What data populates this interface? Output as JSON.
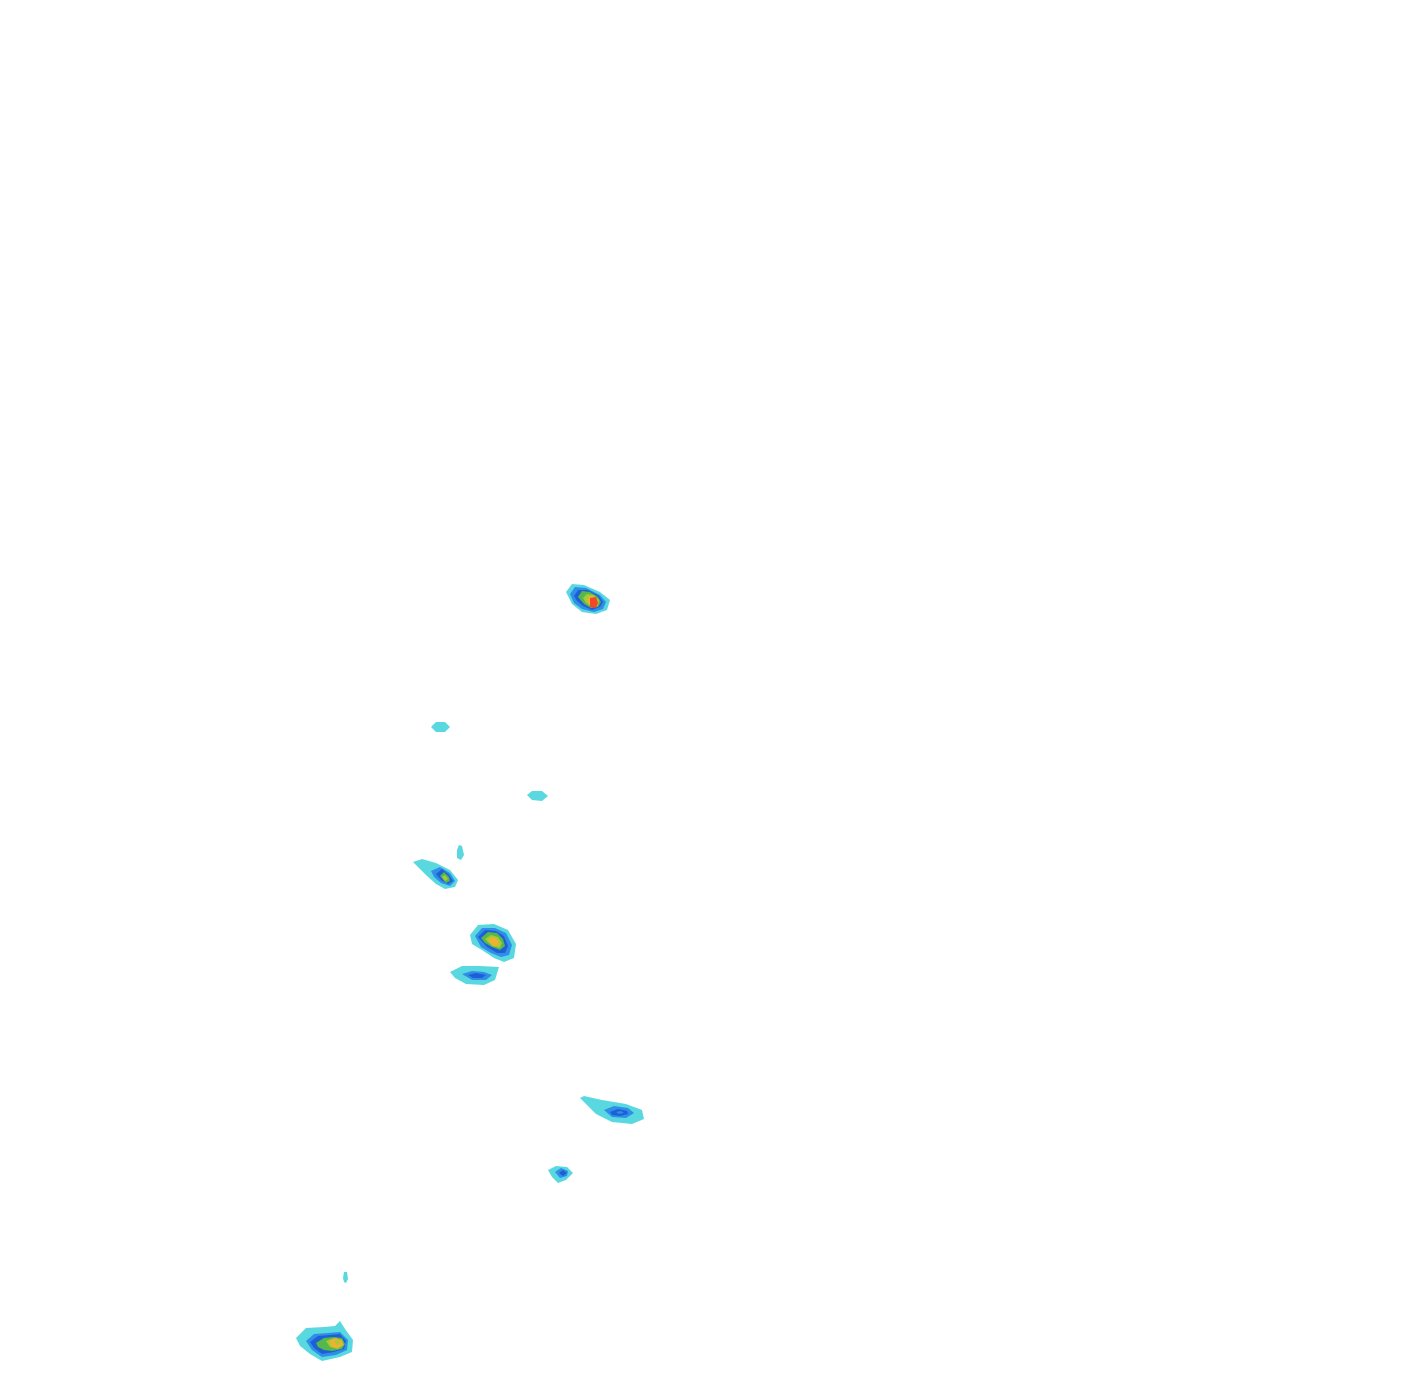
{
  "map": {
    "type": "filled-contour-overlay",
    "background": "#ffffff",
    "palette": {
      "level_1": "#5ad8e0",
      "level_2": "#2f8ee8",
      "level_3": "#1f5fd6",
      "level_4": "#55b84a",
      "level_5": "#a8c83c",
      "level_6": "#f0b030",
      "level_7": "#f04828"
    },
    "cells": [
      {
        "name": "cell-north",
        "peak_level": 7
      },
      {
        "name": "cell-west-small",
        "peak_level": 1
      },
      {
        "name": "cell-center-small",
        "peak_level": 1
      },
      {
        "name": "cell-west-dot",
        "peak_level": 1
      },
      {
        "name": "cell-west-mid",
        "peak_level": 5
      },
      {
        "name": "cell-central",
        "peak_level": 6
      },
      {
        "name": "cell-central-south",
        "peak_level": 3
      },
      {
        "name": "cell-east-elongated",
        "peak_level": 3
      },
      {
        "name": "cell-south-center",
        "peak_level": 3
      },
      {
        "name": "cell-south-dot",
        "peak_level": 1
      },
      {
        "name": "cell-southwest",
        "peak_level": 6
      }
    ]
  }
}
